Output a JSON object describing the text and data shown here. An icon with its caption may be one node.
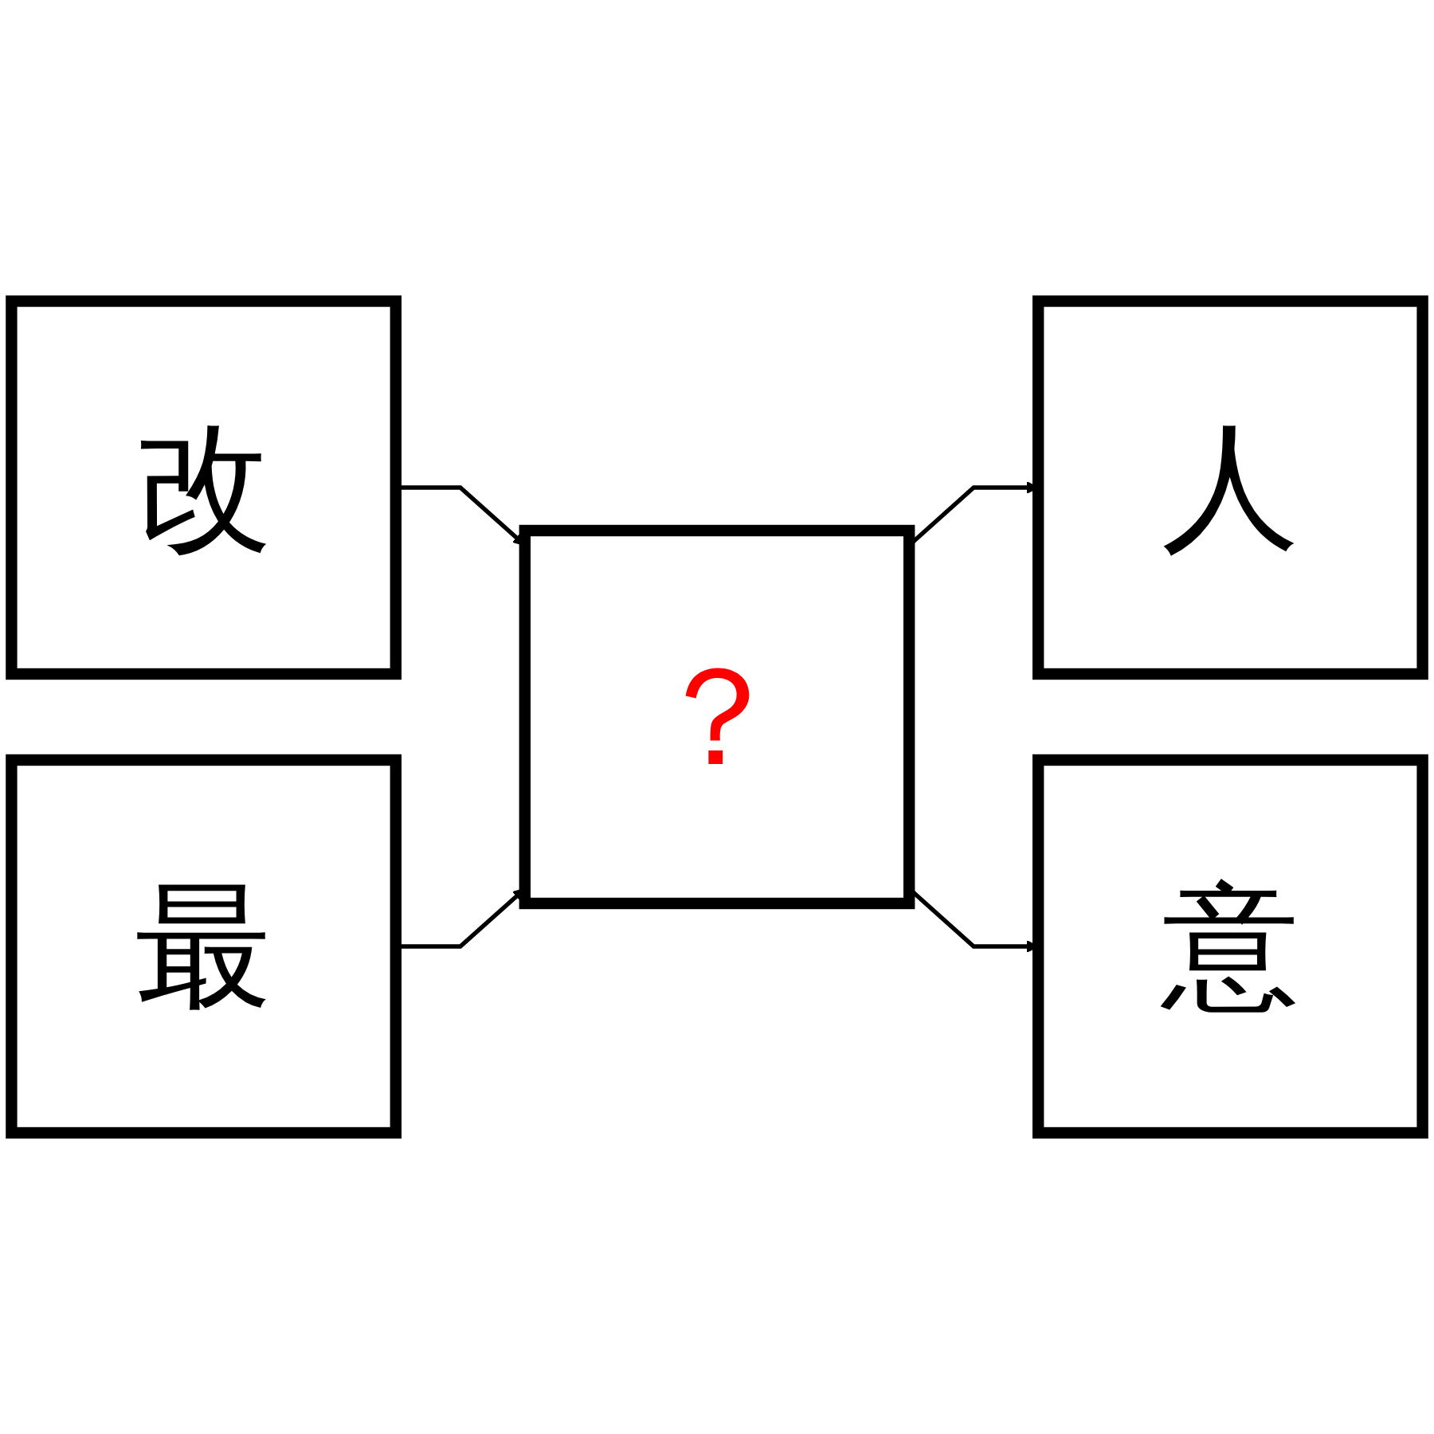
{
  "diagram": {
    "nodes": [
      {
        "text": [
          "改"
        ]
      },
      {
        "text": [
          "最"
        ]
      },
      {
        "text": [
          "？"
        ]
      },
      {
        "text": [
          "人"
        ]
      },
      {
        "text": [
          "意"
        ]
      }
    ],
    "edges": [
      {
        "from": 0,
        "to": 2,
        "arrow": "to"
      },
      {
        "from": 1,
        "to": 2,
        "arrow": "to"
      },
      {
        "from": 2,
        "to": 3,
        "arrow": "to"
      },
      {
        "from": 2,
        "to": 4,
        "arrow": "to"
      }
    ]
  }
}
